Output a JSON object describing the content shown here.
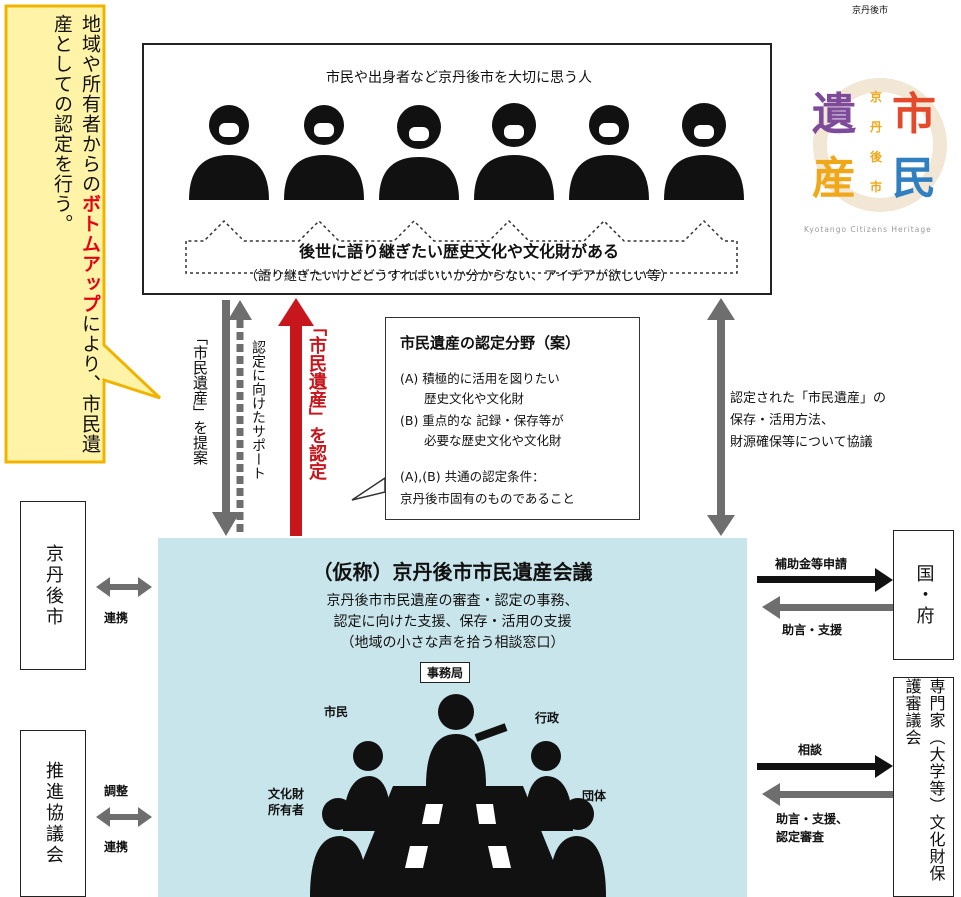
{
  "logo_city": "京丹後市",
  "callout": {
    "before": "地域や所有者からの",
    "highlight": "ボトムアップ",
    "after": "により、市民遺産としての認定を行う。"
  },
  "logo": {
    "left_top": "遺",
    "left_bottom": "産",
    "right_top": "市",
    "right_bottom": "民",
    "middle": [
      "京",
      "丹",
      "後",
      "市"
    ],
    "en": "Kyotango Citizens Heritage"
  },
  "citizens": {
    "heading": "市民や出身者など京丹後市を大切に思う人",
    "main": "後世に語り継ぎたい歴史文化や文化財がある",
    "sub": "（語り継ぎたいけどどうすればいいか分からない、アイデアが欲しい等）"
  },
  "arrows": {
    "propose": "「市民遺産」を提案",
    "support": "認定に向けたサポート",
    "recognize": "「市民遺産」を認定"
  },
  "fields": {
    "title": "市民遺産の認定分野（案）",
    "a1": "(A)  積極的に活用を図りたい",
    "a2": "歴史文化や文化財",
    "b1": "(B)  重点的な 記録・保存等が",
    "b2": "必要な歴史文化や文化財",
    "c1": "(A),(B) 共通の認定条件：",
    "c2": "京丹後市固有のものであること"
  },
  "right_note": {
    "l1": "認定された「市民遺産」の",
    "l2": "保存・活用方法、",
    "l3": "財源確保等について協議"
  },
  "council": {
    "title": "（仮称）京丹後市市民遺産会議",
    "l1": "京丹後市市民遺産の審査・認定の事務、",
    "l2": "認定に向けた支援、保存・活用の支援",
    "l3": "（地域の小さな声を拾う相談窓口）",
    "office": "事務局",
    "roles": {
      "citizen": "市民",
      "admin": "行政",
      "owner1": "文化財",
      "owner2": "所有者",
      "group": "団体"
    }
  },
  "side": {
    "city": "京丹後市",
    "promo": "推進協議会",
    "gov": "国・府",
    "expert": "専門家（大学等）文化財保護審議会"
  },
  "links": {
    "city": "連携",
    "promo_a": "調整",
    "promo_b": "連携",
    "gov_out": "補助金等申請",
    "gov_in": "助言・支援",
    "expert_out": "相談",
    "expert_in_1": "助言・支援、",
    "expert_in_2": "認定審査"
  },
  "colors": {
    "red": "#c8161d",
    "callout_fill": "#fff3a8",
    "callout_border": "#f0b400",
    "council_bg": "#c9e5ec",
    "gray_arrow": "#6e6e6e"
  }
}
